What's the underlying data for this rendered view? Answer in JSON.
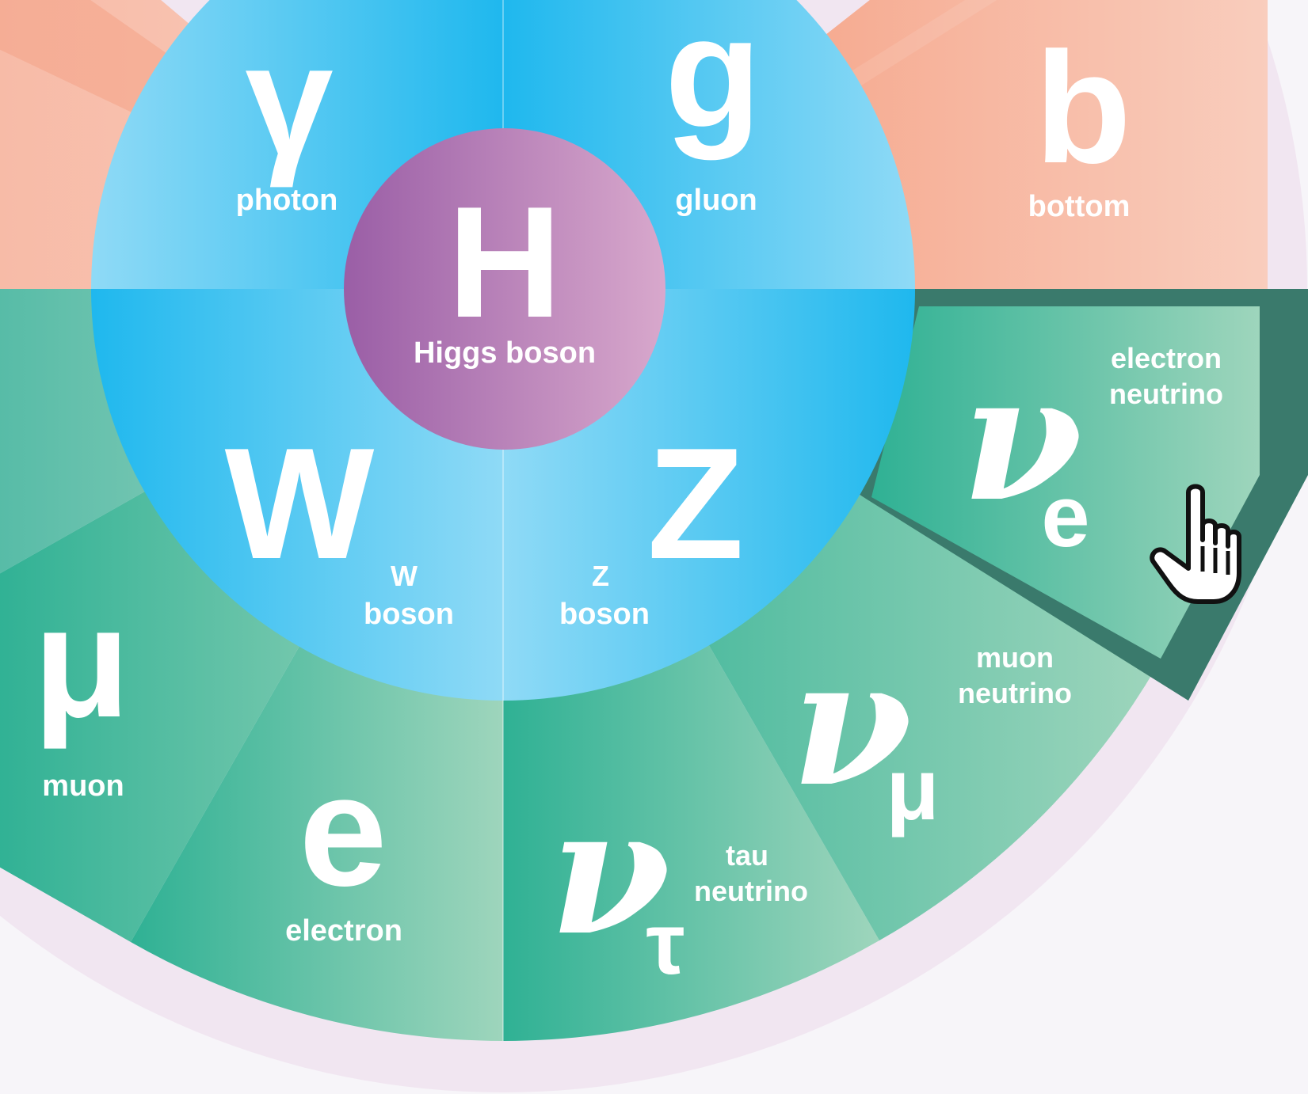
{
  "colors": {
    "background": "#f7f5f9",
    "outer_ring": "#f1e6f1",
    "quark_segment": "#f5a88c",
    "lepton_segment": "#5cbe9e",
    "boson_segment": "#3ec4ef",
    "higgs": "#b985bd",
    "selected_outline": "#3a7a6c",
    "label": "#ffffff"
  },
  "particles": {
    "photon": {
      "symbol": "γ",
      "name": "photon"
    },
    "gluon": {
      "symbol": "g",
      "name": "gluon"
    },
    "higgs": {
      "symbol": "H",
      "name": "Higgs boson"
    },
    "w_boson": {
      "symbol": "W",
      "name_line1": "W",
      "name_line2": "boson"
    },
    "z_boson": {
      "symbol": "Z",
      "name_line1": "Z",
      "name_line2": "boson"
    },
    "bottom": {
      "symbol": "b",
      "name": "bottom"
    },
    "electron_neutrino": {
      "symbol": "ν",
      "subscript": "e",
      "name_line1": "electron",
      "name_line2": "neutrino",
      "selected": true
    },
    "muon_neutrino": {
      "symbol": "ν",
      "subscript": "μ",
      "name_line1": "muon",
      "name_line2": "neutrino"
    },
    "tau_neutrino": {
      "symbol": "ν",
      "subscript": "τ",
      "name_line1": "tau",
      "name_line2": "neutrino"
    },
    "muon": {
      "symbol": "μ",
      "name": "muon"
    },
    "electron": {
      "symbol": "e",
      "name": "electron"
    }
  },
  "cursor_icon": "pointing-hand-cursor-icon"
}
